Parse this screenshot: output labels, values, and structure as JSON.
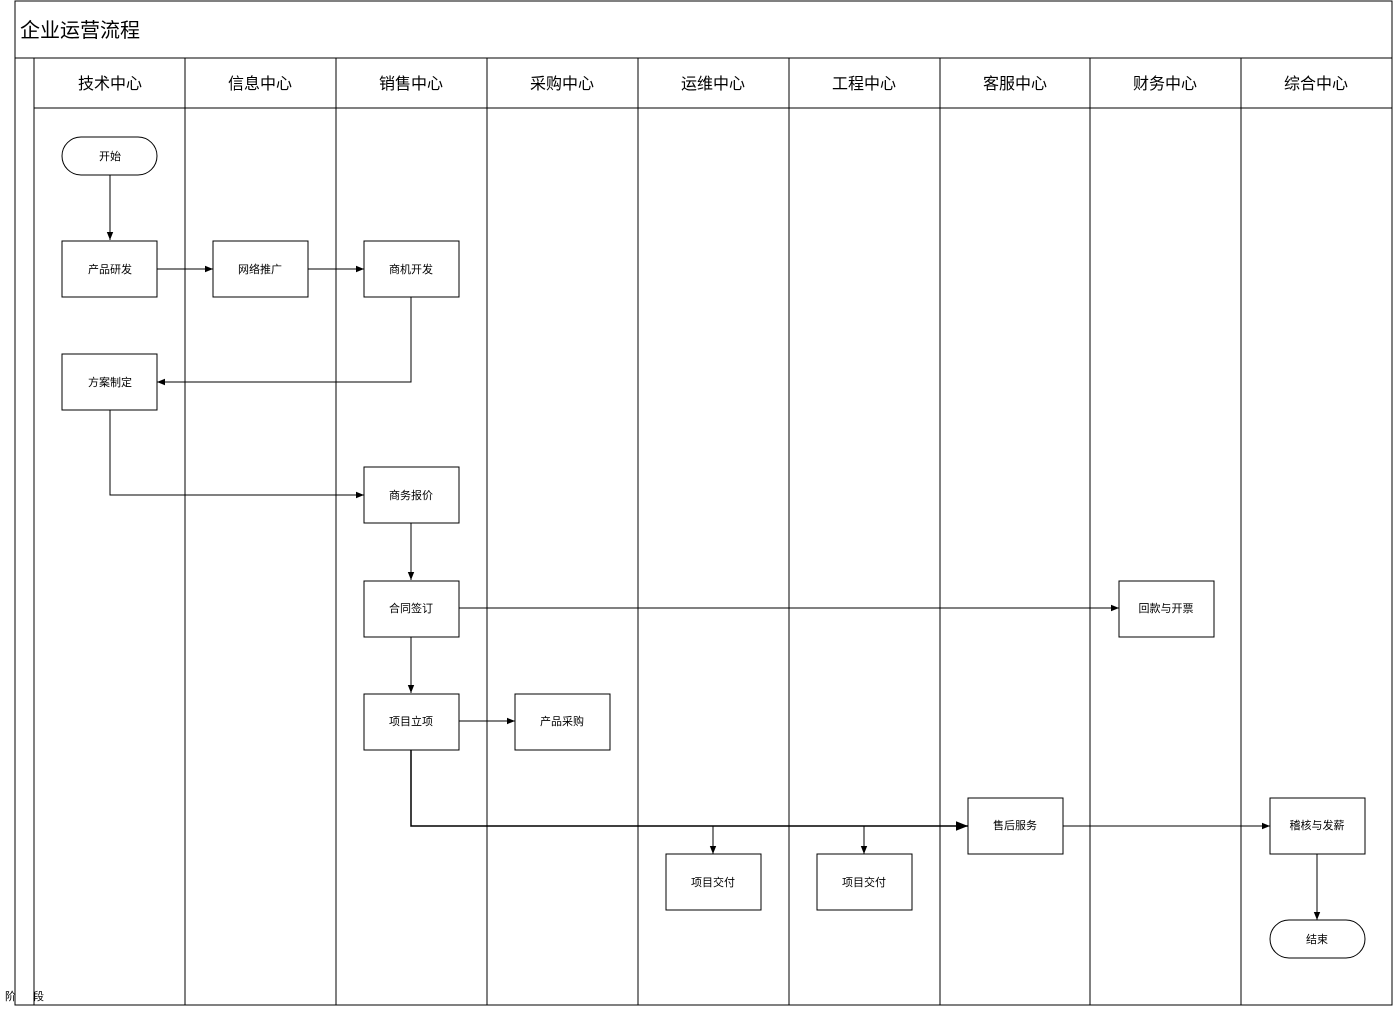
{
  "diagram": {
    "title": "企业运营流程",
    "side_labels": [
      "阶",
      "段"
    ],
    "lanes": [
      {
        "id": "tech",
        "label": "技术中心"
      },
      {
        "id": "info",
        "label": "信息中心"
      },
      {
        "id": "sales",
        "label": "销售中心"
      },
      {
        "id": "purchase",
        "label": "采购中心"
      },
      {
        "id": "ops",
        "label": "运维中心"
      },
      {
        "id": "eng",
        "label": "工程中心"
      },
      {
        "id": "cs",
        "label": "客服中心"
      },
      {
        "id": "finance",
        "label": "财务中心"
      },
      {
        "id": "general",
        "label": "综合中心"
      }
    ],
    "nodes": [
      {
        "id": "start",
        "label": "开始",
        "shape": "terminator",
        "lane": "tech"
      },
      {
        "id": "product_dev",
        "label": "产品研发",
        "shape": "process",
        "lane": "tech"
      },
      {
        "id": "net_promo",
        "label": "网络推广",
        "shape": "process",
        "lane": "info"
      },
      {
        "id": "biz_dev",
        "label": "商机开发",
        "shape": "process",
        "lane": "sales"
      },
      {
        "id": "plan",
        "label": "方案制定",
        "shape": "process",
        "lane": "tech"
      },
      {
        "id": "quote",
        "label": "商务报价",
        "shape": "process",
        "lane": "sales"
      },
      {
        "id": "contract",
        "label": "合同签订",
        "shape": "process",
        "lane": "sales"
      },
      {
        "id": "payment",
        "label": "回款与开票",
        "shape": "process",
        "lane": "finance"
      },
      {
        "id": "project",
        "label": "项目立项",
        "shape": "process",
        "lane": "sales"
      },
      {
        "id": "procure",
        "label": "产品采购",
        "shape": "process",
        "lane": "purchase"
      },
      {
        "id": "after_sales",
        "label": "售后服务",
        "shape": "process",
        "lane": "cs"
      },
      {
        "id": "audit_pay",
        "label": "稽核与发薪",
        "shape": "process",
        "lane": "general"
      },
      {
        "id": "deliver_ops",
        "label": "项目交付",
        "shape": "process",
        "lane": "ops"
      },
      {
        "id": "deliver_eng",
        "label": "项目交付",
        "shape": "process",
        "lane": "eng"
      },
      {
        "id": "end",
        "label": "结束",
        "shape": "terminator",
        "lane": "general"
      }
    ],
    "edges": [
      {
        "from": "start",
        "to": "product_dev"
      },
      {
        "from": "product_dev",
        "to": "net_promo"
      },
      {
        "from": "net_promo",
        "to": "biz_dev"
      },
      {
        "from": "biz_dev",
        "to": "plan"
      },
      {
        "from": "plan",
        "to": "quote"
      },
      {
        "from": "quote",
        "to": "contract"
      },
      {
        "from": "contract",
        "to": "payment"
      },
      {
        "from": "contract",
        "to": "project"
      },
      {
        "from": "project",
        "to": "procure"
      },
      {
        "from": "project",
        "to": "deliver_ops"
      },
      {
        "from": "project",
        "to": "deliver_eng"
      },
      {
        "from": "project",
        "to": "after_sales"
      },
      {
        "from": "after_sales",
        "to": "audit_pay"
      },
      {
        "from": "audit_pay",
        "to": "end"
      }
    ]
  }
}
